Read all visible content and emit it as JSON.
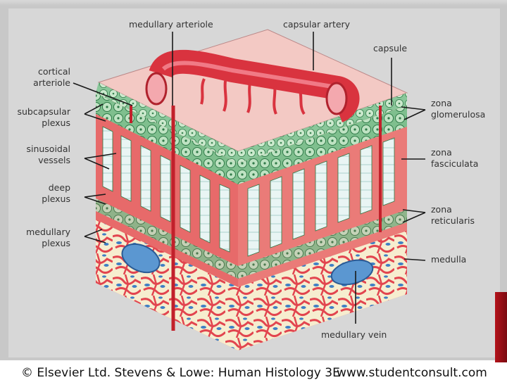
{
  "labels": {
    "medullary_arteriole": "medullary arteriole",
    "capsular_artery": "capsular artery",
    "capsule": "capsule",
    "cortical_arteriole_1": "cortical",
    "cortical_arteriole_2": "arteriole",
    "subcapsular_plexus_1": "subcapsular",
    "subcapsular_plexus_2": "plexus",
    "sinusoidal_vessels_1": "sinusoidal",
    "sinusoidal_vessels_2": "vessels",
    "deep_plexus_1": "deep",
    "deep_plexus_2": "plexus",
    "medullary_plexus_1": "medullary",
    "medullary_plexus_2": "plexus",
    "zona_glomerulosa_1": "zona",
    "zona_glomerulosa_2": "glomerulosa",
    "zona_fasciculata_1": "zona",
    "zona_fasciculata_2": "fasciculata",
    "zona_reticularis_1": "zona",
    "zona_reticularis_2": "reticularis",
    "medulla": "medulla",
    "medullary_vein": "medullary vein"
  },
  "footer": {
    "copyright": "© Elsevier Ltd. Stevens & Lowe: Human Histology 3E",
    "website": "www.studentconsult.com"
  },
  "colors": {
    "frame_bg": "#c8c8c8",
    "capsule_pink": "#f3c9c4",
    "tissue_red": "#e76a6a",
    "artery_red": "#d9333f",
    "cell_green": "#a9d6b0",
    "vein_blue": "#5b97d1",
    "medulla_cream": "#f6edcf"
  }
}
